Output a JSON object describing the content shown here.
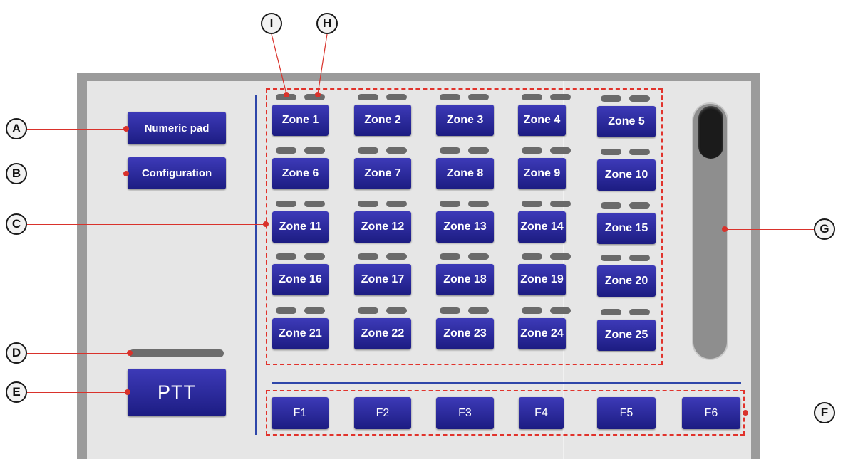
{
  "side_buttons": {
    "numeric_pad": "Numeric pad",
    "configuration": "Configuration"
  },
  "ptt": {
    "label": "PTT"
  },
  "zones": [
    "Zone 1",
    "Zone 2",
    "Zone 3",
    "Zone 4",
    "Zone 5",
    "Zone 6",
    "Zone 7",
    "Zone 8",
    "Zone 9",
    "Zone 10",
    "Zone 11",
    "Zone 12",
    "Zone 13",
    "Zone 14",
    "Zone 15",
    "Zone 16",
    "Zone 17",
    "Zone 18",
    "Zone 19",
    "Zone 20",
    "Zone 21",
    "Zone 22",
    "Zone 23",
    "Zone 24",
    "Zone 25"
  ],
  "function_keys": [
    "F1",
    "F2",
    "F3",
    "F4",
    "F5",
    "F6"
  ],
  "callouts": {
    "a": "A",
    "b": "B",
    "c": "C",
    "d": "D",
    "e": "E",
    "f": "F",
    "g": "G",
    "h": "H",
    "i": "I"
  },
  "colors": {
    "button": "#1c1c82",
    "divider": "#2e46a9",
    "callout": "#d9322b",
    "led": "#6a6a6a"
  }
}
